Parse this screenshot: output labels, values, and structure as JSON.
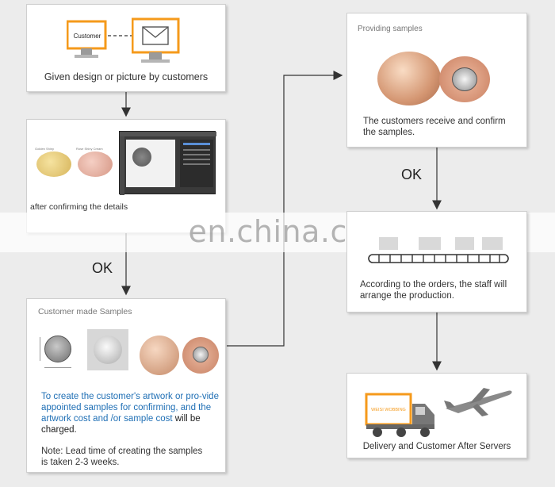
{
  "box1": {
    "customer_label": "Customer",
    "caption": "Given design or picture by customers"
  },
  "box2": {
    "thumb1_label": "Golden Shiny",
    "thumb2_label": "Rose Shiny Cream",
    "caption": "after confirming the details"
  },
  "box3": {
    "title": "Customer made Samples",
    "text_blue": "To create the customer's artwork or pro-vide appointed samples for confirming, and the artwork cost and /or sample cost",
    "text_black": "will be charged.",
    "note_line1": "Note: Lead time of creating the samples",
    "note_line2": "is taken 2-3 weeks."
  },
  "box4": {
    "title": "Providing samples",
    "caption_line1": "The customers receive and confirm",
    "caption_line2": "the samples."
  },
  "box5": {
    "caption_line1": "According to the orders, the staff will",
    "caption_line2": "arrange the production."
  },
  "box6": {
    "truck_label": "WEISI WOBBING",
    "caption": "Delivery and Customer After Servers"
  },
  "labels": {
    "ok1": "OK",
    "ok2": "OK"
  },
  "watermark": "en.china.cn",
  "colors": {
    "accent_orange": "#f59a1b",
    "blue_text": "#1f6fb5"
  }
}
